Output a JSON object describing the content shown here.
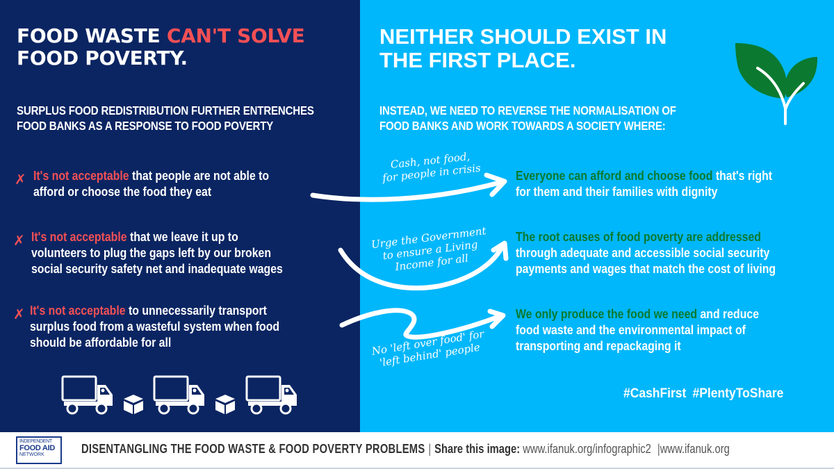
{
  "colors": {
    "left_bg": "#0b2562",
    "right_bg": "#00b7fb",
    "accent_red": "#f45055",
    "accent_green": "#0b7a30",
    "white": "#ffffff"
  },
  "left": {
    "headline": {
      "part1": "FOOD WASTE ",
      "accent": "CAN'T SOLVE",
      "part2": "FOOD POVERTY."
    },
    "subheading_line1": "SURPLUS FOOD REDISTRIBUTION FURTHER ENTRENCHES",
    "subheading_line2": "FOOD BANKS AS A RESPONSE TO FOOD POVERTY",
    "points": [
      {
        "marker": "✗",
        "highlight": "It's not acceptable",
        "line1_rest": " that people are not able to",
        "line2": "afford or choose the food they eat",
        "line3": ""
      },
      {
        "marker": "✗",
        "highlight": "It's not acceptable",
        "line1_rest": " that we leave it up to",
        "line2": "volunteers to plug the gaps left by our broken",
        "line3": "social security safety net and inadequate wages"
      },
      {
        "marker": "✗",
        "highlight": "It's not acceptable",
        "line1_rest": " to unnecessarily transport",
        "line2": "surplus food from a wasteful system when food",
        "line3": "should be affordable for all"
      }
    ],
    "icons": [
      "truck-icon",
      "box-icon",
      "truck-icon",
      "box-icon",
      "truck-icon"
    ]
  },
  "right": {
    "headline_line1": "NEITHER SHOULD EXIST IN",
    "headline_line2": "THE FIRST PLACE.",
    "subheading_line1": "INSTEAD, WE NEED TO REVERSE THE NORMALISATION OF",
    "subheading_line2": "FOOD BANKS AND WORK TOWARDS A SOCIETY WHERE:",
    "icon": "sprout-icon",
    "points": [
      {
        "highlight": "Everyone can afford and choose food",
        "line1_rest": " that's right",
        "line2": "for them and their families with dignity",
        "line3": ""
      },
      {
        "highlight": "The root causes of food poverty are addressed",
        "line1_rest": "",
        "line2": "through adequate and accessible social security",
        "line3": "payments and wages that match the cost of living"
      },
      {
        "highlight": "We only produce the food we need",
        "line1_rest": " and reduce",
        "line2": "food waste and the environmental impact of",
        "line3": "transporting and repackaging it"
      }
    ],
    "hashtags": [
      "#CashFirst",
      "#PlentyToShare"
    ]
  },
  "arrows": [
    {
      "note_line1": "Cash, not food,",
      "note_line2": "for people in crisis",
      "note_line3": ""
    },
    {
      "note_line1": "Urge the Government",
      "note_line2": "to ensure a Living",
      "note_line3": "Income for all"
    },
    {
      "note_line1": "No 'left over food' for",
      "note_line2": "'left behind' people",
      "note_line3": ""
    }
  ],
  "footer": {
    "logo_line1": "INDEPENDENT",
    "logo_line2": "FOOD AID",
    "logo_line3": "NETWORK",
    "title": "DISENTANGLING THE FOOD WASTE & FOOD POVERTY PROBLEMS",
    "separator": "|",
    "share_label": "Share this image:",
    "share_url": "www.ifanuk.org/infographic2",
    "separator2": "|",
    "site_url": "www.ifanuk.org"
  }
}
